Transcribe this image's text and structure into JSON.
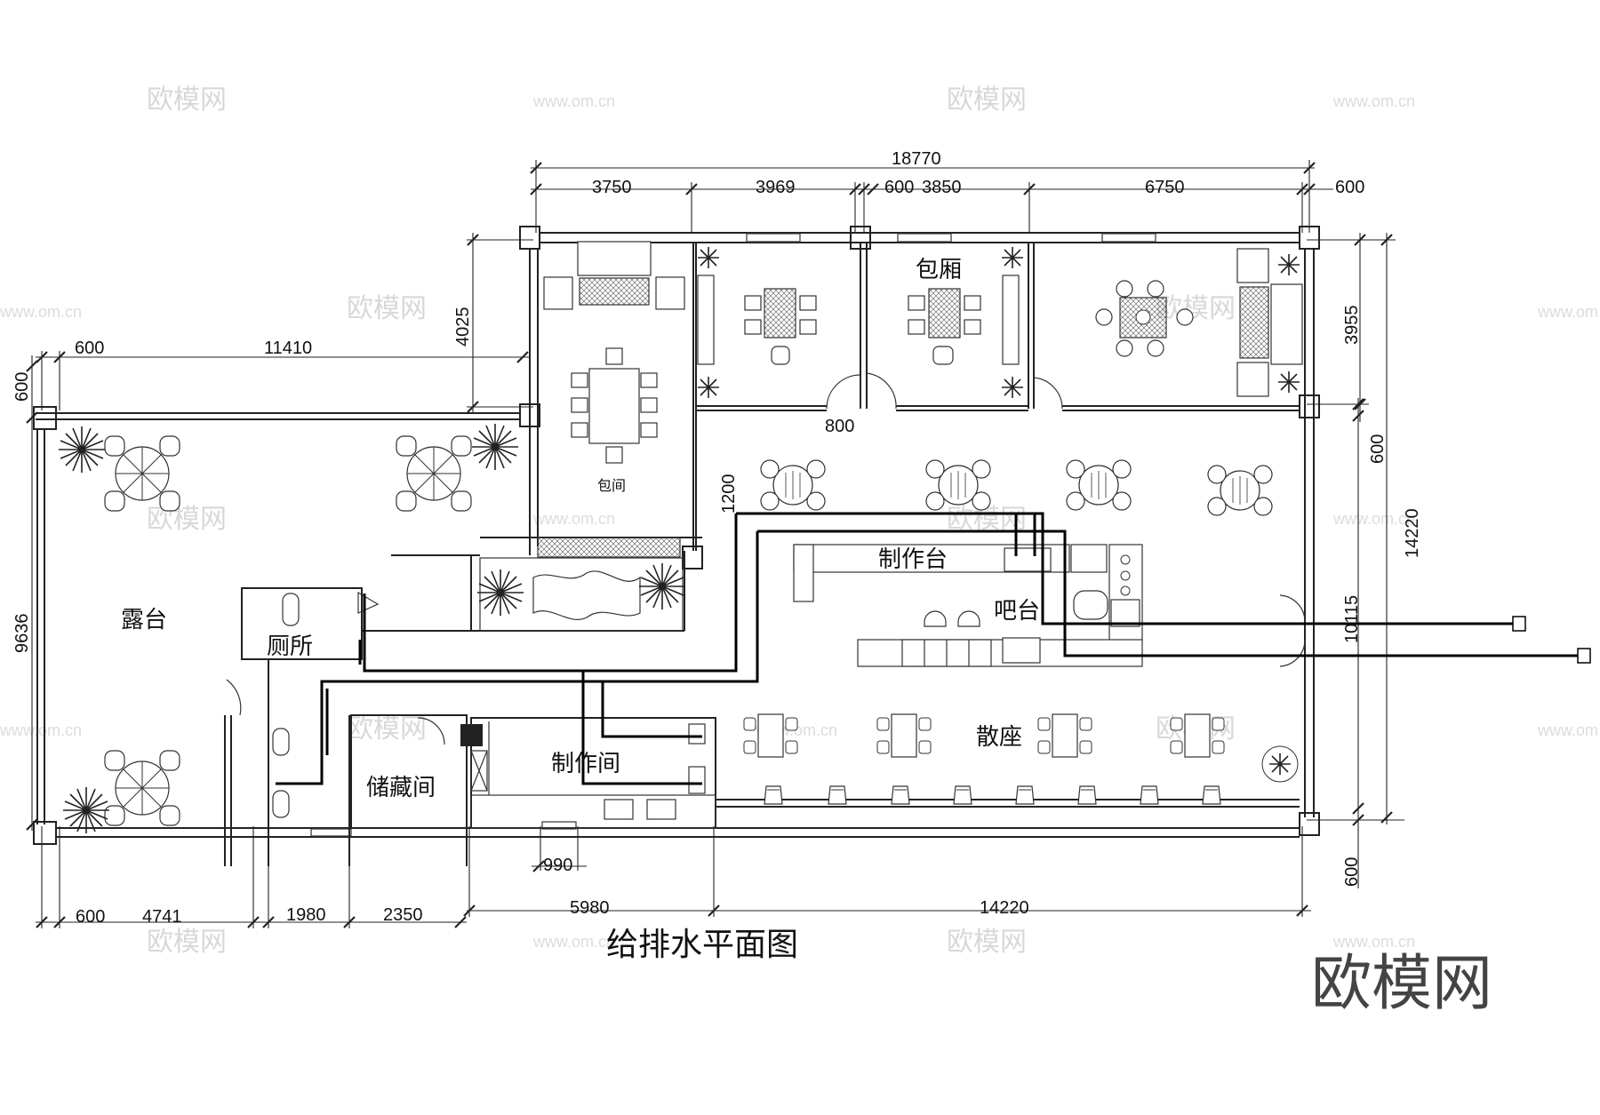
{
  "title": "给排水平面图",
  "logo": "欧模网",
  "watermark": {
    "text": "欧模网",
    "url": "www.om.cn"
  },
  "rooms": {
    "vip_room": "包间",
    "private_room": "包厢",
    "terrace": "露台",
    "toilet": "厕所",
    "storage": "储藏间",
    "kitchen": "制作间",
    "prep_counter": "制作台",
    "bar": "吧台",
    "open_seating": "散座"
  },
  "dimensions": {
    "top_total": "18770",
    "top_3750": "3750",
    "top_3969": "3969",
    "top_600a": "600",
    "top_3850": "3850",
    "top_6750": "6750",
    "top_600b": "600",
    "left_600": "600",
    "left_11410": "11410",
    "v_4025": "4025",
    "v_600_left": "600",
    "v_9636": "9636",
    "door_800": "800",
    "v_1200": "1200",
    "right_3955": "3955",
    "right_600a": "600",
    "right_14220": "14220",
    "right_10115": "10115",
    "right_600b": "600",
    "bottom_600": "600",
    "bottom_4741": "4741",
    "bottom_1980": "1980",
    "bottom_2350": "2350",
    "bottom_5980": "5980",
    "bottom_14220": "14220",
    "window_990": "990"
  },
  "colors": {
    "line": "#222222",
    "pipe": "#000000",
    "watermark": "#d8d8d8"
  }
}
